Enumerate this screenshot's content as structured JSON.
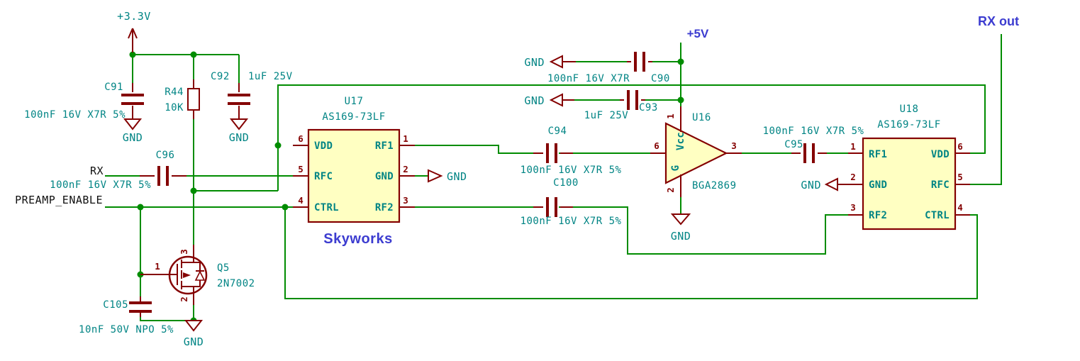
{
  "colors": {
    "wire_green": "#008C00",
    "device_dark_red": "#840000",
    "annotation_teal": "#008484",
    "net_label_black": "#101010",
    "note_blue": "#3C3CD0",
    "device_fill_yellow": "#FFFFC2",
    "background": "#FFFFFF"
  },
  "power_labels": {
    "v33": "+3.3V",
    "v5": "+5V"
  },
  "net_labels": {
    "rx": "RX",
    "preamp_enable": "PREAMP_ENABLE",
    "rx_out": "RX out"
  },
  "gnd_label": "GND",
  "notes": {
    "manufacturer": "Skyworks"
  },
  "components": {
    "c91": {
      "ref": "C91",
      "value": "100nF 16V X7R 5%"
    },
    "r44": {
      "ref": "R44",
      "value": "10K"
    },
    "c92": {
      "ref": "C92",
      "value": "1uF 25V"
    },
    "c96": {
      "ref": "C96",
      "value": "100nF 16V X7R 5%"
    },
    "c105": {
      "ref": "C105",
      "value": "10nF 50V NPO 5%"
    },
    "q5": {
      "ref": "Q5",
      "value": "2N7002",
      "pin_gate": "1",
      "pin_drain": "3",
      "pin_source": "2"
    },
    "u17": {
      "ref": "U17",
      "value": "AS169-73LF",
      "pins_left": [
        {
          "num": "6",
          "name": "VDD"
        },
        {
          "num": "5",
          "name": "RFC"
        },
        {
          "num": "4",
          "name": "CTRL"
        }
      ],
      "pins_right": [
        {
          "num": "1",
          "name": "RF1"
        },
        {
          "num": "2",
          "name": "GND"
        },
        {
          "num": "3",
          "name": "RF2"
        }
      ]
    },
    "c94": {
      "ref": "C94",
      "value": "100nF 16V X7R 5%"
    },
    "c100": {
      "ref": "C100",
      "value": "100nF 16V X7R 5%"
    },
    "c90": {
      "ref": "C90",
      "value": "100nF 16V X7R"
    },
    "c93": {
      "ref": "C93",
      "value": "1uF 25V"
    },
    "u16": {
      "ref": "U16",
      "value": "BGA2869",
      "pin_num_vcc": "1",
      "pin_num_in": "6",
      "pin_num_out": "3",
      "pin_num_gnd": "2",
      "pin_name_vcc": "Vcc",
      "pin_name_gnd": "G"
    },
    "c95": {
      "ref": "C95",
      "value": "100nF 16V X7R 5%"
    },
    "u18": {
      "ref": "U18",
      "value": "AS169-73LF",
      "pins_left": [
        {
          "num": "1",
          "name": "RF1"
        },
        {
          "num": "2",
          "name": "GND"
        },
        {
          "num": "3",
          "name": "RF2"
        }
      ],
      "pins_right": [
        {
          "num": "6",
          "name": "VDD"
        },
        {
          "num": "5",
          "name": "RFC"
        },
        {
          "num": "4",
          "name": "CTRL"
        }
      ]
    }
  }
}
